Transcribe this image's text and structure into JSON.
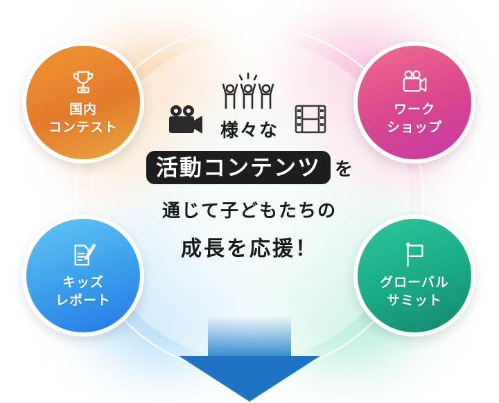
{
  "headline": {
    "line1": "様々な",
    "highlight": "活動コンテンツ",
    "after_highlight": "を",
    "line3": "通じて子どもたちの",
    "line4": "成長を応援！"
  },
  "categories": [
    {
      "label_line1": "国内",
      "label_line2": "コンテスト",
      "icon": "trophy-icon"
    },
    {
      "label_line1": "ワーク",
      "label_line2": "ショップ",
      "icon": "video-camera-icon"
    },
    {
      "label_line1": "キッズ",
      "label_line2": "レポート",
      "icon": "document-pen-icon"
    },
    {
      "label_line1": "グローバル",
      "label_line2": "サミット",
      "icon": "flag-icon"
    }
  ],
  "decorative_icons": [
    "cheering-people-icon",
    "movie-camera-icon",
    "film-strip-icon"
  ],
  "colors": {
    "domestic_contest": "#e47a2c",
    "workshop": "#d9458f",
    "kids_report": "#3a9ded",
    "global_summit": "#1aa985",
    "arrow": "#1e73c2",
    "text": "#1a1a1a"
  }
}
